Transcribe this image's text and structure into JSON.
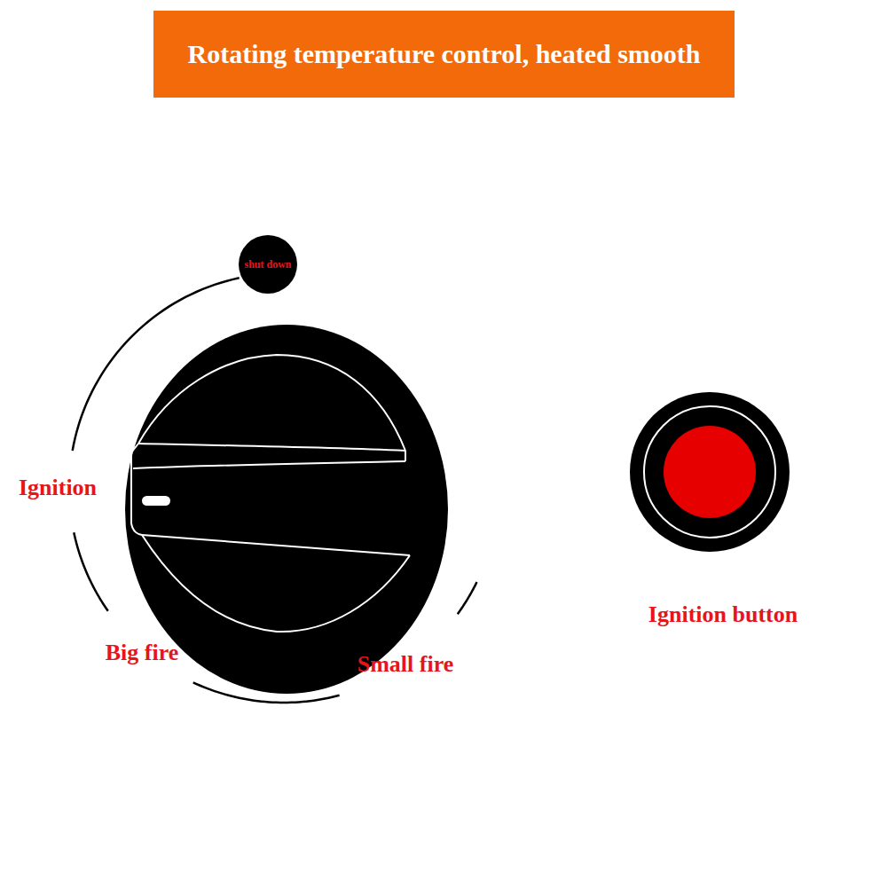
{
  "diagram": {
    "title": "Rotating temperature control, heated smooth",
    "nodes": [
      {
        "text": [
          "shut down"
        ]
      },
      {
        "text": [
          "Ignition button"
        ]
      }
    ],
    "labels": [
      "Ignition",
      "Big fire",
      "Small fire"
    ]
  }
}
